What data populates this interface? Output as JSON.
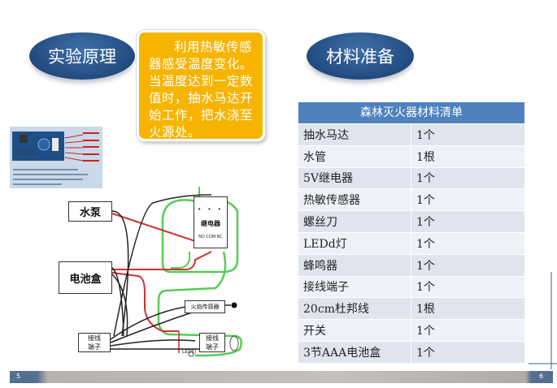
{
  "left_section": {
    "title": "实验原理"
  },
  "right_section": {
    "title": "材料准备"
  },
  "note": {
    "text": "利用热敏传感器感受温度变化。当温度达到一定数值时，抽水马达开始工作，把水浇至火源处。"
  },
  "materials_table": {
    "header": "森林灭火器材料清单",
    "rows": [
      {
        "item": "抽水马达",
        "qty": "1个"
      },
      {
        "item": "水管",
        "qty": "1根"
      },
      {
        "item": "5V继电器",
        "qty": "1个"
      },
      {
        "item": "热敏传感器",
        "qty": "1个"
      },
      {
        "item": "螺丝刀",
        "qty": "1个"
      },
      {
        "item": "LEDd灯",
        "qty": "1个"
      },
      {
        "item": "蜂鸣器",
        "qty": "1个"
      },
      {
        "item": "接线端子",
        "qty": "1个"
      },
      {
        "item": "20cm杜邦线",
        "qty": "1根"
      },
      {
        "item": "开关",
        "qty": "1个"
      },
      {
        "item": "3节AAA电池盒",
        "qty": "1个"
      }
    ]
  },
  "diagram": {
    "pump_label": "水泵",
    "battery_label": "电池盒",
    "relay_label": "继电器",
    "flame_sensor_label": "火焰传感器",
    "terminal_label_1": "接线",
    "terminal_label_2": "端子",
    "terminal2_label_1": "接线",
    "terminal2_label_2": "端子",
    "led_label": "LED灯"
  },
  "footer": {
    "left_page": "5",
    "right_page": "6"
  },
  "colors": {
    "bubble": "#28538a",
    "note": "#f6b400",
    "table_header": "#4e81bd",
    "wire_red": "#cc3333",
    "wire_green": "#55cc55",
    "wire_black": "#222222"
  }
}
